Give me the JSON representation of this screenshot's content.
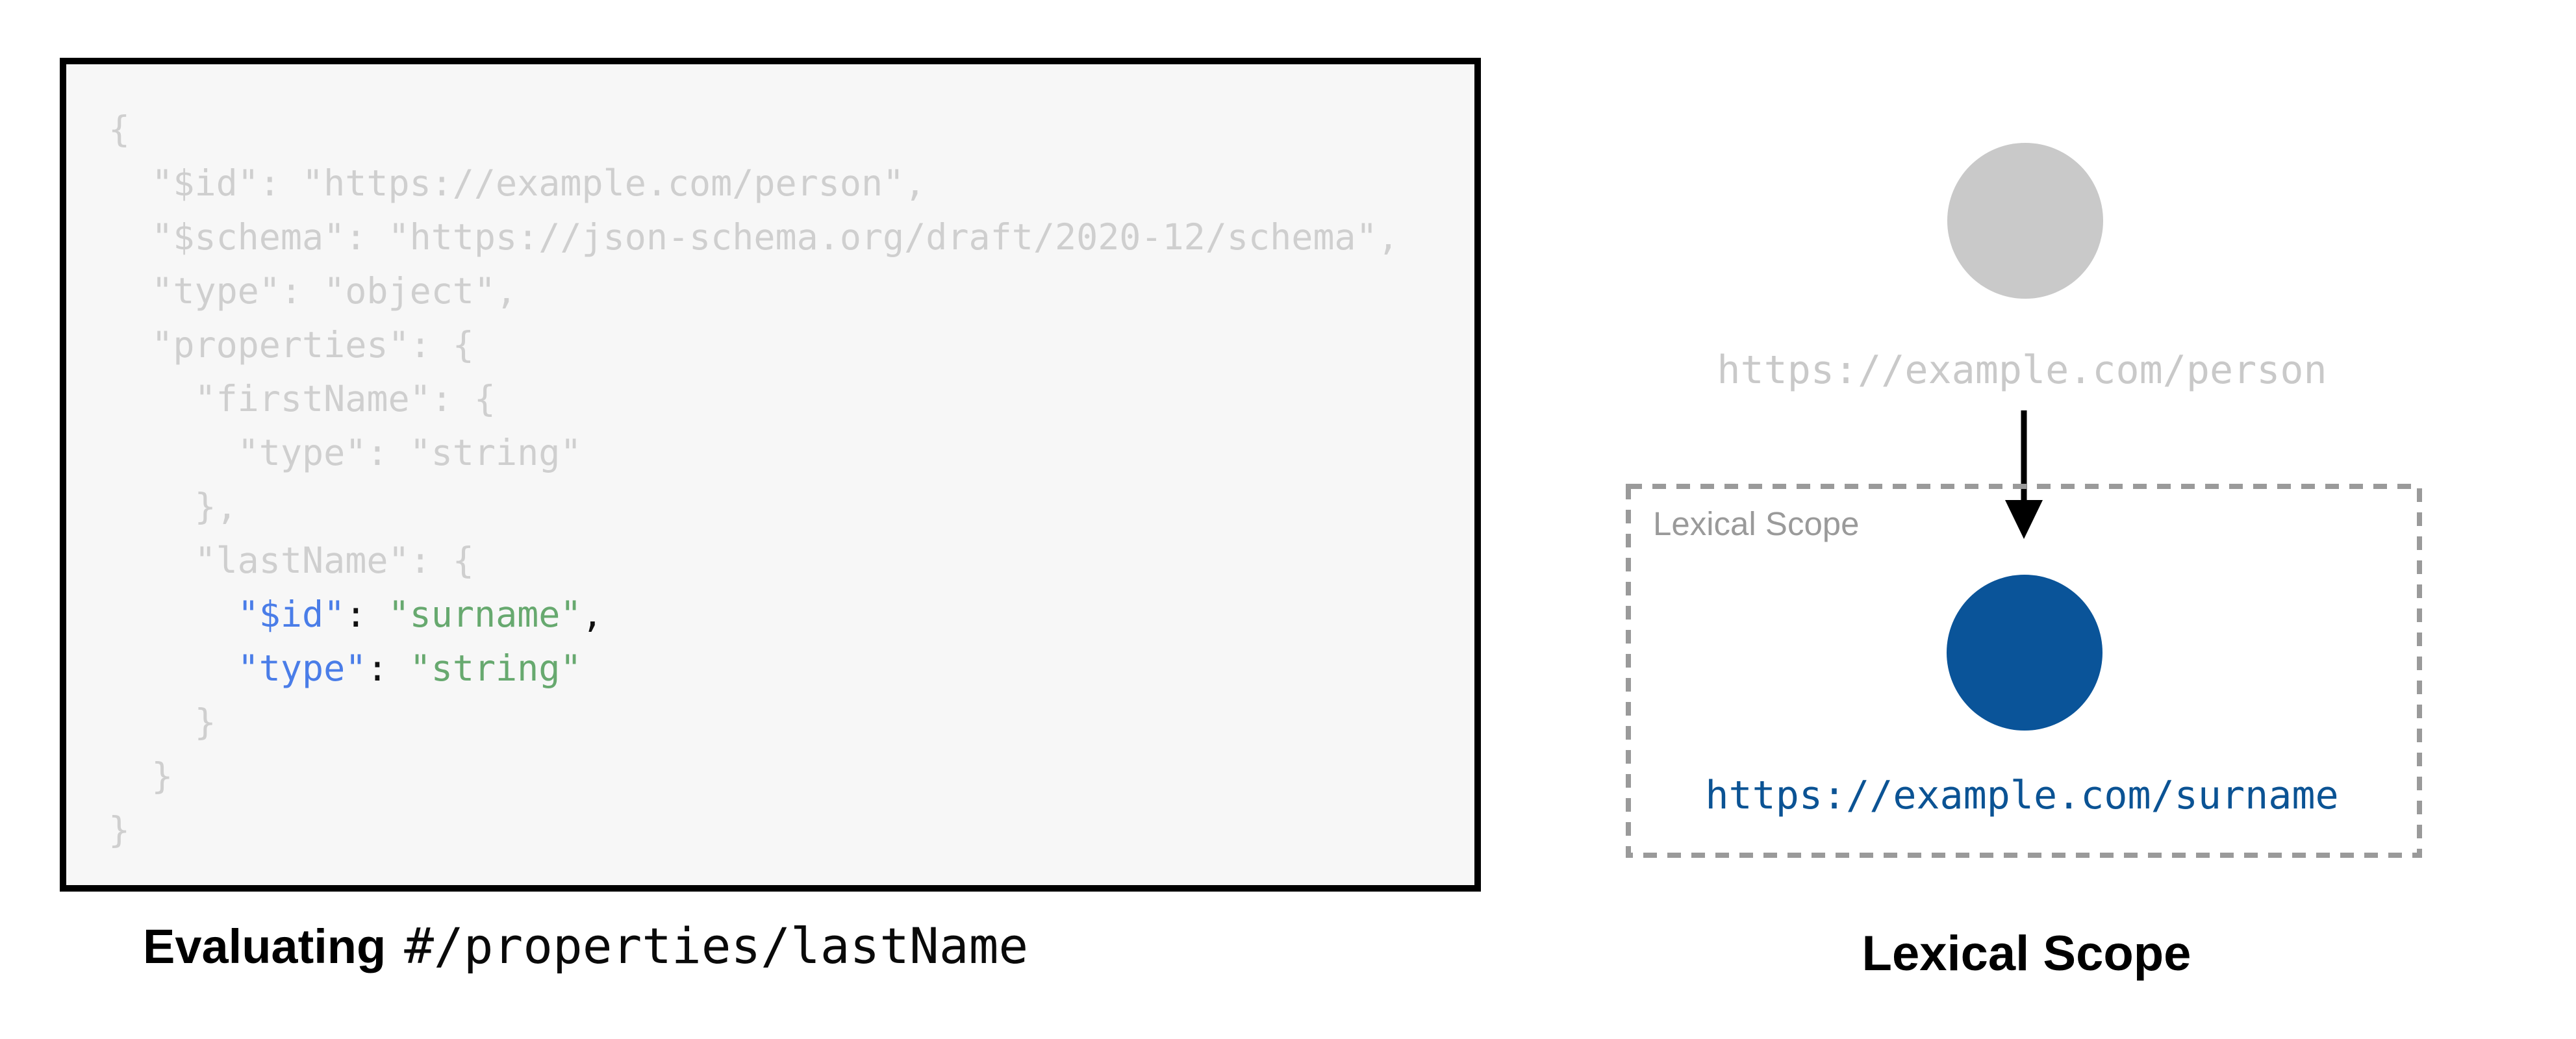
{
  "left_caption": {
    "bold": "Evaluating",
    "code": "#/properties/lastName"
  },
  "right_caption": "Lexical Scope",
  "diagram": {
    "parent_uri": "https://example.com/person",
    "scope_box_label": "Lexical Scope",
    "child_uri": "https://example.com/surname"
  },
  "code": {
    "lines": [
      [
        {
          "t": "{",
          "c": "muted"
        }
      ],
      [
        {
          "t": "  \"$id\": \"https://example.com/person\",",
          "c": "muted"
        }
      ],
      [
        {
          "t": "  \"$schema\": \"https://json-schema.org/draft/2020-12/schema\",",
          "c": "muted"
        }
      ],
      [
        {
          "t": "  \"type\": \"object\",",
          "c": "muted"
        }
      ],
      [
        {
          "t": "  \"properties\": {",
          "c": "muted"
        }
      ],
      [
        {
          "t": "    \"firstName\": {",
          "c": "muted"
        }
      ],
      [
        {
          "t": "      \"type\": \"string\"",
          "c": "muted"
        }
      ],
      [
        {
          "t": "    },",
          "c": "muted"
        }
      ],
      [
        {
          "t": "    \"lastName\": {",
          "c": "muted"
        }
      ],
      [
        {
          "t": "      ",
          "c": "muted"
        },
        {
          "t": "\"$id\"",
          "c": "key"
        },
        {
          "t": ": ",
          "c": "plain"
        },
        {
          "t": "\"surname\"",
          "c": "str"
        },
        {
          "t": ",",
          "c": "plain"
        }
      ],
      [
        {
          "t": "      ",
          "c": "muted"
        },
        {
          "t": "\"type\"",
          "c": "key"
        },
        {
          "t": ": ",
          "c": "plain"
        },
        {
          "t": "\"string\"",
          "c": "str"
        }
      ],
      [
        {
          "t": "    }",
          "c": "muted"
        }
      ],
      [
        {
          "t": "  }",
          "c": "muted"
        }
      ],
      [
        {
          "t": "}",
          "c": "muted"
        }
      ]
    ]
  },
  "colors": {
    "code_panel_bg": "#f7f7f7",
    "code_panel_border": "#000000",
    "code_muted": "#cfcfcf",
    "code_key": "#4a7de8",
    "code_string": "#67a96f",
    "code_plain": "#111111",
    "node_gray": "#c9c9c9",
    "node_blue": "#0a5499",
    "uri_gray": "#c9c9c9",
    "uri_blue": "#0b5394",
    "scope_border": "#9a9a9a",
    "scope_label": "#9a9a9a",
    "arrow_black": "#000000"
  }
}
